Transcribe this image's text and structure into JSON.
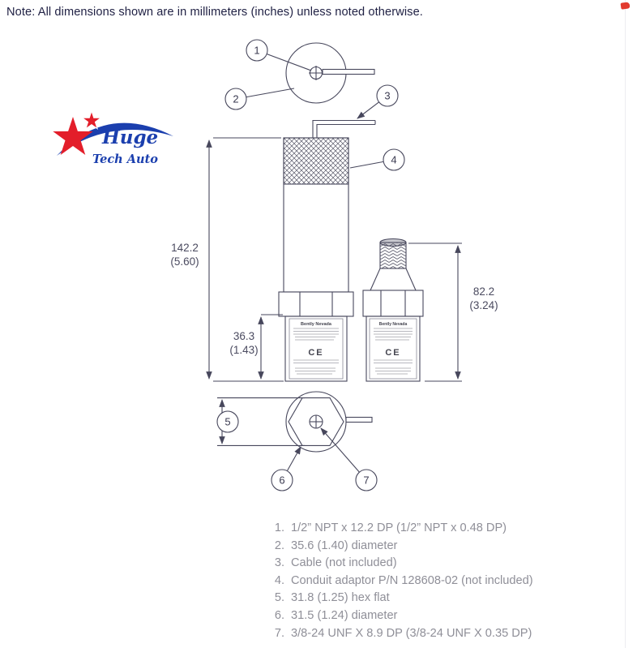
{
  "note": {
    "text": "Note: All dimensions shown are in millimeters (inches) unless noted otherwise."
  },
  "logo": {
    "line1": "Huge",
    "line2": "Tech Auto"
  },
  "drawing": {
    "callouts": [
      "1",
      "2",
      "3",
      "4",
      "5",
      "6",
      "7"
    ],
    "dims": {
      "overall_mm": "142.2",
      "overall_in": "(5.60)",
      "label_mm": "36.3",
      "label_in": "(1.43)",
      "side_mm": "82.2",
      "side_in": "(3.24)"
    },
    "label": {
      "brand": "Bently Nevada",
      "ce_mark": "CE"
    }
  },
  "legend": {
    "items": [
      {
        "num": "1.",
        "text": "1/2” NPT x 12.2 DP (1/2” NPT x 0.48 DP)"
      },
      {
        "num": "2.",
        "text": "35.6 (1.40) diameter"
      },
      {
        "num": "3.",
        "text": "Cable (not included)"
      },
      {
        "num": "4.",
        "text": "Conduit adaptor P/N 128608-02 (not included)"
      },
      {
        "num": "5.",
        "text": "31.8 (1.25) hex flat"
      },
      {
        "num": "6.",
        "text": "31.5 (1.24) diameter"
      },
      {
        "num": "7.",
        "text": "3/8-24 UNF X 8.9 DP (3/8-24 UNF X 0.35 DP)"
      }
    ]
  },
  "colors": {
    "note_text": "#212245",
    "legend_text": "#8f8f98",
    "logo_blue": "#1b3fae",
    "logo_red": "#e31e2a",
    "line": "#47475c"
  }
}
